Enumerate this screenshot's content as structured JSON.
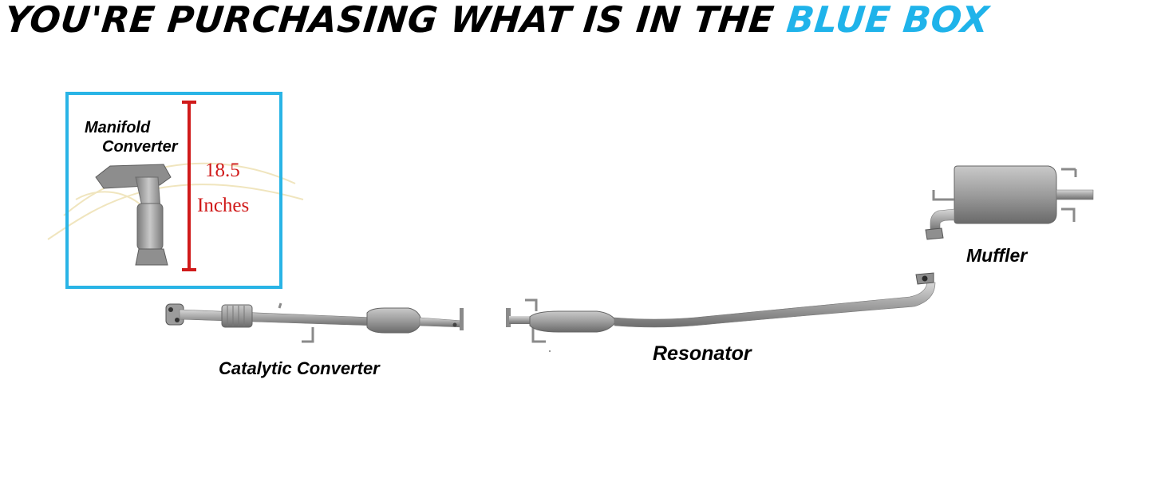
{
  "header": {
    "headline_prefix": "YOU'RE PURCHASING WHAT IS IN THE ",
    "headline_highlight": "BLUE BOX"
  },
  "labels": {
    "manifold_line1": "Manifold",
    "manifold_line2": "Converter",
    "catalytic": "Catalytic Converter",
    "resonator": "Resonator",
    "muffler": "Muffler"
  },
  "measurement": {
    "value": "18.5",
    "unit": "Inches"
  },
  "colors": {
    "highlight_blue": "#1fb3ea",
    "box_border": "#29b4e6",
    "measure_red": "#d01a1a",
    "metal": "#9a9a9a"
  }
}
